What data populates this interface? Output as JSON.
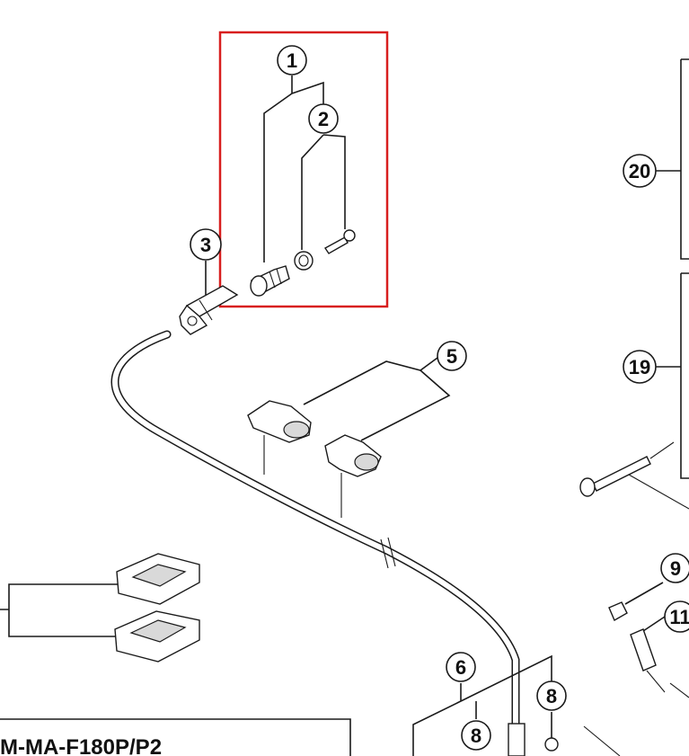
{
  "diagram": {
    "callouts": {
      "c1": "1",
      "c2": "2",
      "c3": "3",
      "c5": "5",
      "c6": "6",
      "c8a": "8",
      "c8b": "8",
      "c9": "9",
      "c11": "11",
      "c19": "19",
      "c20": "20"
    },
    "model_label": "M-MA-F180P/P2",
    "highlight_color": "#d81e1e"
  }
}
